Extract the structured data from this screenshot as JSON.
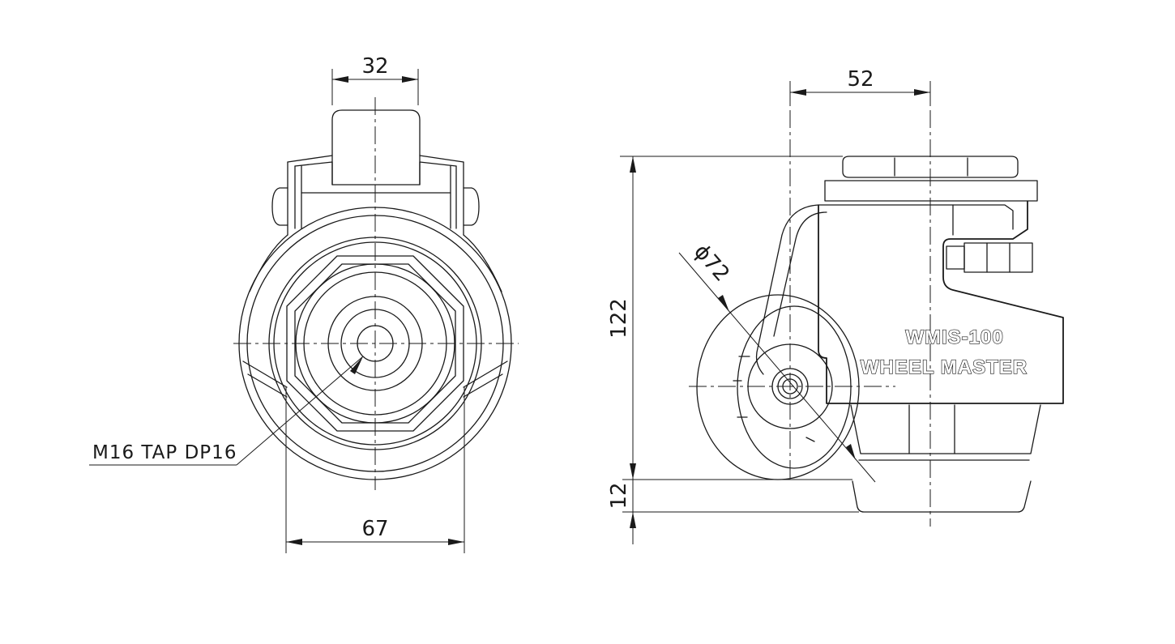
{
  "dimensions": {
    "width_top": "32",
    "width_bottom": "67",
    "depth_top": "52",
    "height": "122",
    "stroke": "12",
    "wheel_diameter": "ϕ72"
  },
  "callouts": {
    "tap": "M16 TAP DP16"
  },
  "product": {
    "model": "WMIS-100",
    "brand": "WHEEL MASTER"
  },
  "colors": {
    "line": "#1a1a1a",
    "background": "#ffffff"
  }
}
